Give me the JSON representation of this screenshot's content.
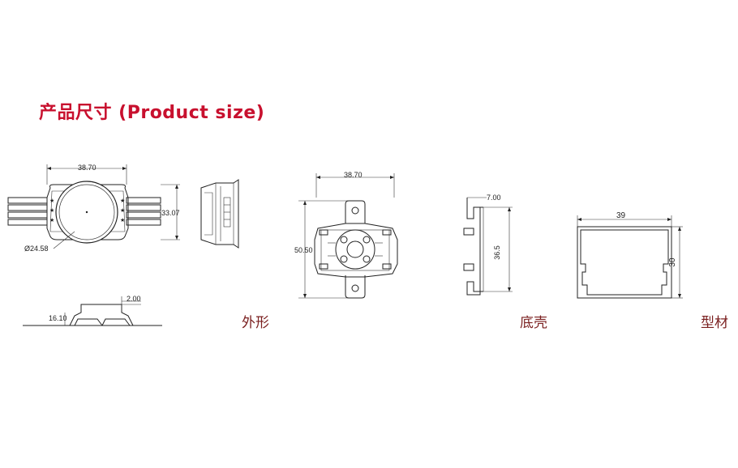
{
  "title": "产品尺寸 (Product size)",
  "captions": {
    "exterior": "外形",
    "base": "底壳",
    "profile": "型材"
  },
  "dimensions": {
    "front_width": "38.70",
    "front_height": "33.07",
    "lens_diameter": "Ø24.58",
    "side_step": "2.00",
    "side_thickness": "16.10",
    "base_width": "38.70",
    "base_height": "50.50",
    "base_side_top": "7.00",
    "base_side_height": "36.5",
    "profile_width": "39",
    "profile_height": "30"
  },
  "colors": {
    "title": "#c8102e",
    "caption": "#7a1f1f",
    "line": "#222222"
  }
}
